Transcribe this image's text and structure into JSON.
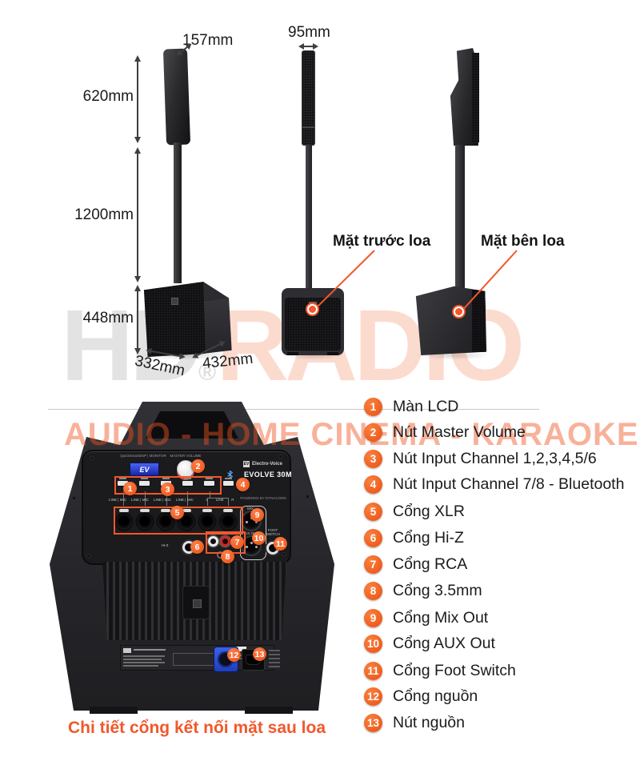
{
  "watermark": {
    "brand_gray": "HD",
    "brand_reg": "®",
    "brand_orange": "RADIO",
    "tagline": "AUDIO - HOME CINEMA - KARAOKE"
  },
  "dimensions": {
    "side_width": "157mm",
    "front_width": "95mm",
    "array_height": "620mm",
    "pole_height": "1200mm",
    "base_height": "448mm",
    "base_width": "332mm",
    "base_depth": "432mm"
  },
  "views": {
    "front": "Mặt trước loa",
    "side": "Mặt bên loa"
  },
  "rear_panel": {
    "lcd_caption": "QuickSmartDSP | MONITOR",
    "lcd_text": "EV",
    "volume_label": "MASTER VOLUME",
    "brand": "Electro-Voice",
    "brand_badge": "EV",
    "model": "EVOLVE 30M",
    "powered_by": "POWERED BY DYNACORD",
    "labels": {
      "line_mic": "LINE | MIC",
      "l": "L",
      "line": "LINE",
      "r": "R",
      "mix": "MIX",
      "aux_out": "AUX OUT",
      "foot_switch": "FOOT SWITCH",
      "hi_z": "HI-Z"
    },
    "callouts": [
      "1",
      "2",
      "3",
      "4",
      "5",
      "6",
      "7",
      "8",
      "9",
      "10",
      "11",
      "12",
      "13"
    ]
  },
  "caption": "Chi tiết cổng kết nối mặt sau loa",
  "legend": {
    "items": [
      {
        "num": "1",
        "label": "Màn LCD"
      },
      {
        "num": "2",
        "label": "Nút Master Volume"
      },
      {
        "num": "3",
        "label": "Nút Input Channel 1,2,3,4,5/6"
      },
      {
        "num": "4",
        "label": "Nút Input Channel 7/8 - Bluetooth"
      },
      {
        "num": "5",
        "label": "Cổng XLR"
      },
      {
        "num": "6",
        "label": "Cổng Hi-Z"
      },
      {
        "num": "7",
        "label": "Cổng RCA"
      },
      {
        "num": "8",
        "label": "Cổng 3.5mm"
      },
      {
        "num": "9",
        "label": "Cổng Mix Out"
      },
      {
        "num": "10",
        "label": "Cổng AUX Out"
      },
      {
        "num": "11",
        "label": "Cổng Foot Switch"
      },
      {
        "num": "12",
        "label": "Cổng nguồn"
      },
      {
        "num": "13",
        "label": "Nút nguồn"
      }
    ]
  },
  "colors": {
    "accent": "#F1582B",
    "lcd_blue": "#2E47D8"
  }
}
